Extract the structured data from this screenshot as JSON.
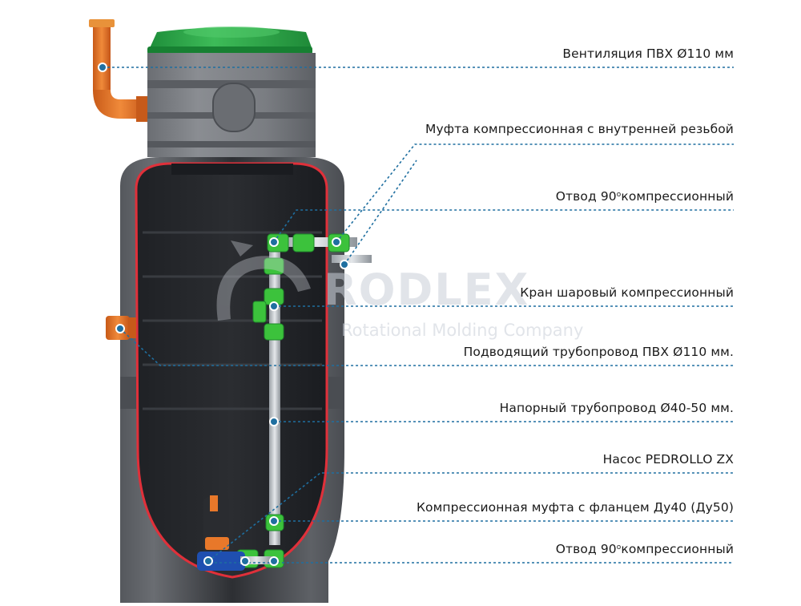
{
  "labels": [
    {
      "id": "ventilation",
      "text": "Вентиляция ПВХ Ø110 мм"
    },
    {
      "id": "coupling-thread",
      "text": "Муфта компрессионная с внутренней резьбой"
    },
    {
      "id": "elbow-top",
      "text_a": "Отвод 90",
      "sup": "o",
      "text_b": "компрессионный"
    },
    {
      "id": "ball-valve",
      "text": "Кран шаровый компрессионный"
    },
    {
      "id": "inlet-pipe",
      "text": "Подводящий трубопровод ПВХ Ø110 мм."
    },
    {
      "id": "pressure-pipe",
      "text": "Напорный трубопровод Ø40-50 мм."
    },
    {
      "id": "pump",
      "text": "Насос PEDROLLO ZX"
    },
    {
      "id": "flange-coupling",
      "text": "Компрессионная муфта с фланцем Ду40 (Ду50)"
    },
    {
      "id": "elbow-bottom",
      "text_a": "Отвод 90",
      "sup": "o",
      "text_b": "компрессионный"
    }
  ],
  "watermark": {
    "brand": "RODLEX",
    "tagline": "Rotational Molding Company"
  },
  "colors": {
    "lid": "#2ea84a",
    "body": "#3a3d42",
    "cut_edge": "#e0303a",
    "orange": "#e8782a",
    "fitting_green": "#3cc23c",
    "leader": "#1f6fa0"
  }
}
